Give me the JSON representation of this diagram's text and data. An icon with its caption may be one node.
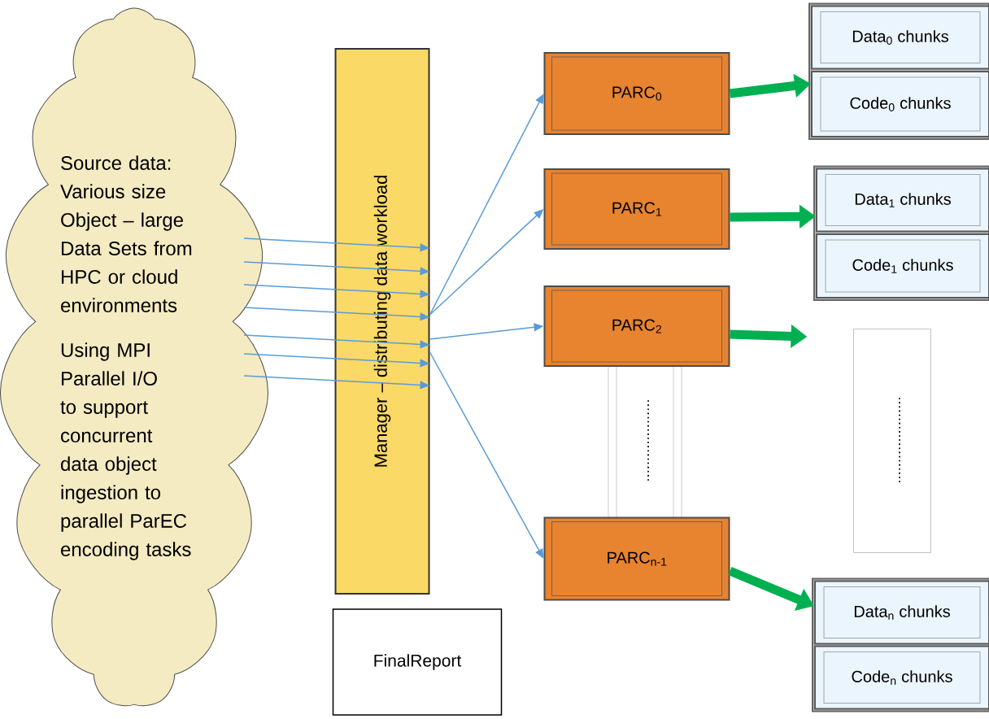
{
  "diagram": {
    "nodes": [
      {
        "text": [
          "Source data: Various size Object – large Data Sets from HPC or cloud environments",
          "Using MPI Parallel I/O to support concurrent data object ingestion to parallel ParEC encoding tasks"
        ]
      },
      {
        "text": [
          "Manager – distributing data workload"
        ]
      },
      {
        "text": [
          "FinalReport"
        ]
      },
      {
        "text": [
          "PARC$_{0}$"
        ]
      },
      {
        "text": [
          "PARC$_{1}$"
        ]
      },
      {
        "text": [
          "PARC$_{2}$"
        ]
      },
      {
        "text": [
          "PARC$_{n-1}$"
        ]
      },
      {
        "text": [
          "Data$_{0}$ chunks"
        ]
      },
      {
        "text": [
          "Code$_{0}$ chunks"
        ]
      },
      {
        "text": [
          "Data$_{1}$ chunks"
        ]
      },
      {
        "text": [
          "Code$_{1}$ chunks"
        ]
      },
      {
        "text": [],
        "shape": "box"
      },
      {
        "text": [
          "Data$_{n}$ chunks"
        ]
      },
      {
        "text": [
          "Code$_{n}$ chunks"
        ]
      }
    ],
    "edges": [
      {
        "from": 0,
        "to": 1,
        "arrow": "to"
      },
      {
        "from": 0,
        "to": 1,
        "arrow": "to"
      },
      {
        "from": 0,
        "to": 1,
        "arrow": "to"
      },
      {
        "from": 0,
        "to": 1,
        "arrow": "to"
      },
      {
        "from": 0,
        "to": 1,
        "arrow": "to"
      },
      {
        "from": 0,
        "to": 1,
        "arrow": "to"
      },
      {
        "from": 0,
        "to": 1,
        "arrow": "to"
      },
      {
        "from": 1,
        "to": 3,
        "arrow": "to"
      },
      {
        "from": 1,
        "to": 4,
        "arrow": "to"
      },
      {
        "from": 1,
        "to": 5,
        "arrow": "to"
      },
      {
        "from": 1,
        "to": 6,
        "arrow": "to"
      },
      {
        "from": 3,
        "to": 8,
        "arrow": "to",
        "style": "thick",
        "color": "#00b050"
      },
      {
        "from": 4,
        "to": 9,
        "arrow": "to",
        "style": "thick",
        "color": "#00b050"
      },
      {
        "from": 5,
        "to": null,
        "arrow": "to",
        "style": "thick",
        "color": "#00b050"
      },
      {
        "from": 6,
        "to": 12,
        "arrow": "to",
        "style": "thick",
        "color": "#00b050"
      }
    ]
  }
}
